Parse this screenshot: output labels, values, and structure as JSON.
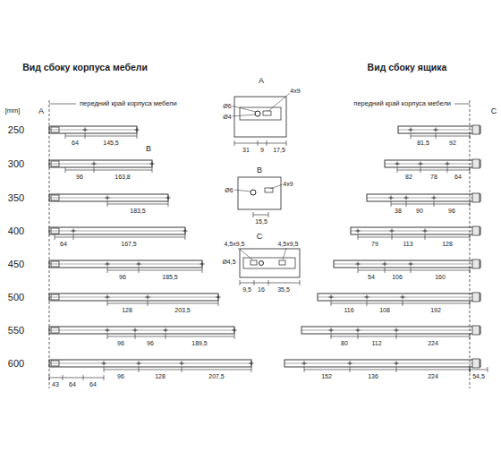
{
  "diagram": {
    "labels": [
      "Вид сбоку корпуса мебели",
      "Вид сбоку ящика",
      "[mm]",
      "A",
      "передний край корпуса мебели",
      "C",
      "передний край корпуса мебели",
      "250",
      "300",
      "350",
      "400",
      "450",
      "500",
      "550",
      "600",
      "64",
      "145,5",
      "B",
      "96",
      "163,8",
      "183,5",
      "64",
      "167,5",
      "96",
      "185,5",
      "128",
      "203,5",
      "96",
      "96",
      "189,5",
      "96",
      "128",
      "207,5",
      "43",
      "64",
      "64",
      "81,5",
      "92",
      "82",
      "78",
      "64",
      "38",
      "90",
      "96",
      "79",
      "113",
      "128",
      "54",
      "106",
      "160",
      "116",
      "108",
      "192",
      "80",
      "112",
      "224",
      "152",
      "136",
      "224",
      "54,5",
      "A",
      "Ø6",
      "Ø4",
      "4x9",
      "31",
      "9",
      "17,5",
      "B",
      "Ø6",
      "4x9",
      "15,5",
      "C",
      "4,5x9,5",
      "Ø4,5",
      "4,5x9,5",
      "9,5",
      "16",
      "35,5"
    ]
  }
}
